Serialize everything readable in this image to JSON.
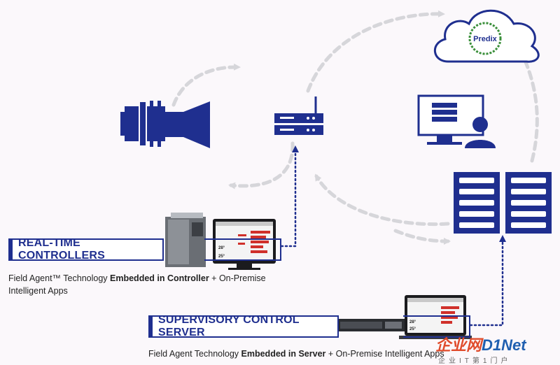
{
  "cloud": {
    "label": "Predix"
  },
  "controllers": {
    "title": "REAL-TIME CONTROLLERS",
    "caption_pre": "Field Agent™ Technology ",
    "caption_bold": "Embedded in Controller",
    "caption_post": " + On-Premise",
    "caption_line2": "Intelligent Apps"
  },
  "supervisory": {
    "title": "SUPERVISORY CONTROL SERVER",
    "caption_pre": "Field Agent Technology ",
    "caption_bold": "Embedded in Server",
    "caption_post": " + On-Premise Intelligent Apps"
  },
  "screen_values": {
    "a": "28°",
    "b": "25°"
  },
  "watermark": {
    "brand": "企业网",
    "brand_net": "D1Net",
    "sub": "企业IT第1门户"
  },
  "colors": {
    "navy": "#1f2f8f",
    "arrow_gray": "#d8d8dc",
    "dotted_blue": "#1f2f8f"
  }
}
